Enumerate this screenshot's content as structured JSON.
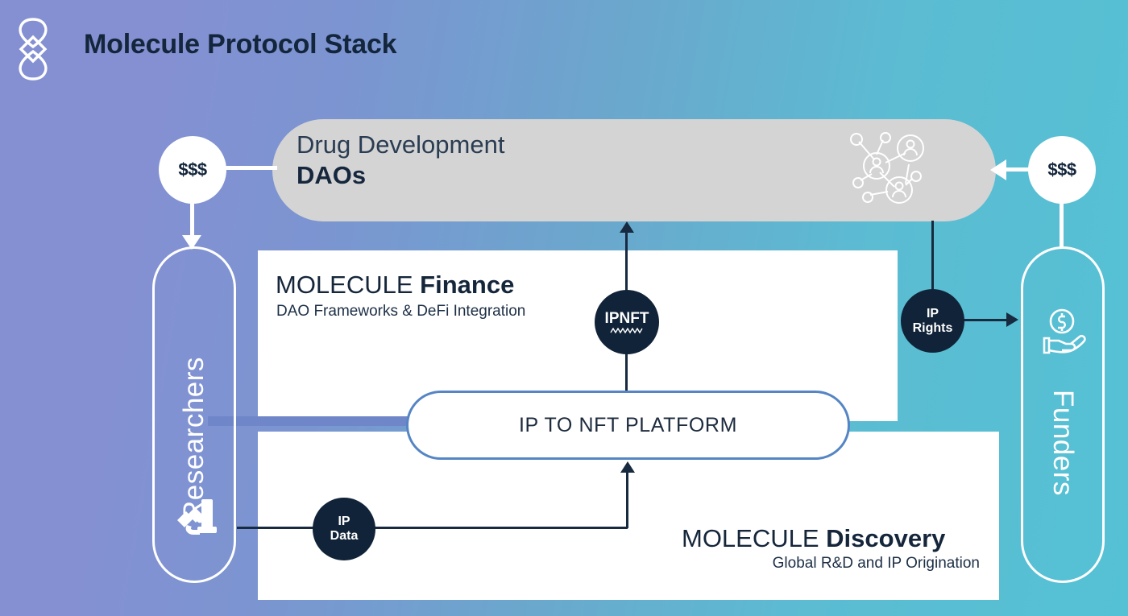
{
  "header": {
    "title": "Molecule Protocol Stack",
    "logo_icon": "molecule-infinity-logo"
  },
  "daos_bar": {
    "title_line1": "Drug Development",
    "title_line2": "DAOs",
    "icon": "network-people-icon",
    "fill_color": "#d4d4d4"
  },
  "panels": {
    "finance": {
      "title_light": "MOLECULE ",
      "title_bold": "Finance",
      "subtitle": "DAO Frameworks & DeFi Integration"
    },
    "discovery": {
      "title_light": "MOLECULE ",
      "title_bold": "Discovery",
      "subtitle": "Global R&D and IP Origination"
    }
  },
  "platform": {
    "label": "IP TO NFT PLATFORM",
    "border_color": "#5585c4"
  },
  "badges": {
    "ipnft": {
      "label": "IPNFT",
      "color": "#112338"
    },
    "ip_rights": {
      "line1": "IP",
      "line2": "Rights",
      "color": "#112338"
    },
    "ip_data": {
      "line1": "IP",
      "line2": "Data",
      "color": "#112338"
    },
    "money_left": {
      "label": "$$$",
      "color": "#ffffff"
    },
    "money_right": {
      "label": "$$$",
      "color": "#ffffff"
    }
  },
  "actors": {
    "researchers": {
      "label": "Researchers",
      "icon": "microscope-icon"
    },
    "funders": {
      "label": "Funders",
      "icon": "hand-holding-coin-icon"
    }
  },
  "theme": {
    "background_left": "#8490d2",
    "background_right": "#55c1d4",
    "dark_navy": "#14263c",
    "panel_white": "#ffffff"
  }
}
